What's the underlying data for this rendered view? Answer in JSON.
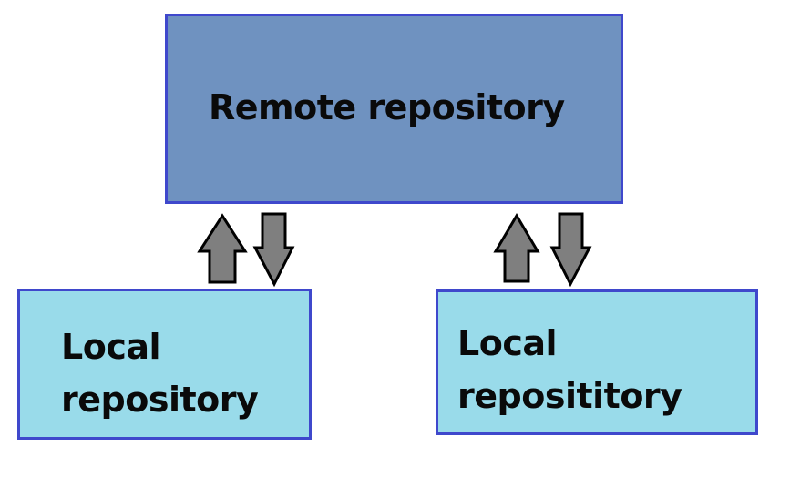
{
  "diagram": {
    "remote": {
      "label": "Remote repository",
      "fill": "#6f92c0"
    },
    "local_left": {
      "line1": "Local",
      "line2": "repository",
      "fill": "#99dbea"
    },
    "local_right": {
      "line1": "Local",
      "line2": "reposititory",
      "fill": "#99dbea"
    },
    "colors": {
      "border": "#3f48cc",
      "arrow_fill": "#7f7f7f",
      "arrow_stroke": "#000000"
    },
    "connections": [
      {
        "from": "local_left",
        "to": "remote",
        "direction": "up",
        "icon": "arrow-up-icon"
      },
      {
        "from": "remote",
        "to": "local_left",
        "direction": "down",
        "icon": "arrow-down-icon"
      },
      {
        "from": "local_right",
        "to": "remote",
        "direction": "up",
        "icon": "arrow-up-icon"
      },
      {
        "from": "remote",
        "to": "local_right",
        "direction": "down",
        "icon": "arrow-down-icon"
      }
    ]
  }
}
